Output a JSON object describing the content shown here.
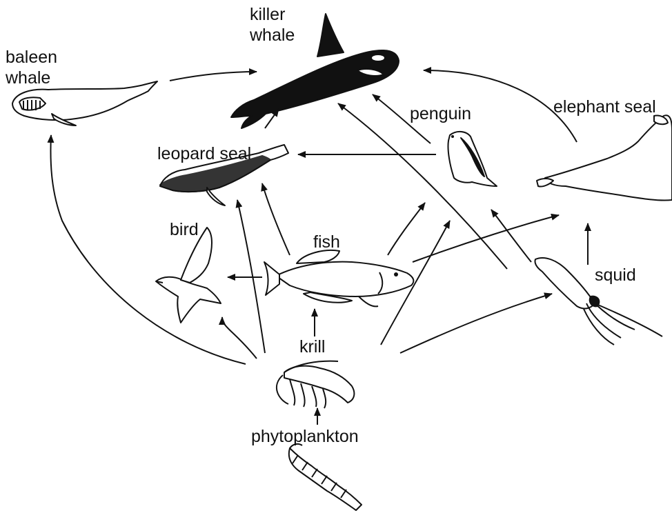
{
  "organisms": {
    "killer_whale": "killer\nwhale",
    "baleen_whale": "baleen\nwhale",
    "penguin": "penguin",
    "elephant_seal": "elephant seal",
    "leopard_seal": "leopard seal",
    "bird": "bird",
    "fish": "fish",
    "squid": "squid",
    "krill": "krill",
    "phytoplankton": "phytoplankton"
  },
  "feeding_links": [
    {
      "from": "baleen whale",
      "to": "killer whale"
    },
    {
      "from": "leopard seal",
      "to": "killer whale"
    },
    {
      "from": "penguin",
      "to": "killer whale"
    },
    {
      "from": "elephant seal",
      "to": "killer whale"
    },
    {
      "from": "squid",
      "to": "killer whale"
    },
    {
      "from": "penguin",
      "to": "leopard seal"
    },
    {
      "from": "fish",
      "to": "leopard seal"
    },
    {
      "from": "krill",
      "to": "leopard seal"
    },
    {
      "from": "fish",
      "to": "bird"
    },
    {
      "from": "krill",
      "to": "bird"
    },
    {
      "from": "fish",
      "to": "penguin"
    },
    {
      "from": "krill",
      "to": "penguin"
    },
    {
      "from": "squid",
      "to": "penguin"
    },
    {
      "from": "fish",
      "to": "elephant seal"
    },
    {
      "from": "squid",
      "to": "elephant seal"
    },
    {
      "from": "krill",
      "to": "fish"
    },
    {
      "from": "krill",
      "to": "squid"
    },
    {
      "from": "krill",
      "to": "baleen whale"
    },
    {
      "from": "phytoplankton",
      "to": "krill"
    }
  ]
}
